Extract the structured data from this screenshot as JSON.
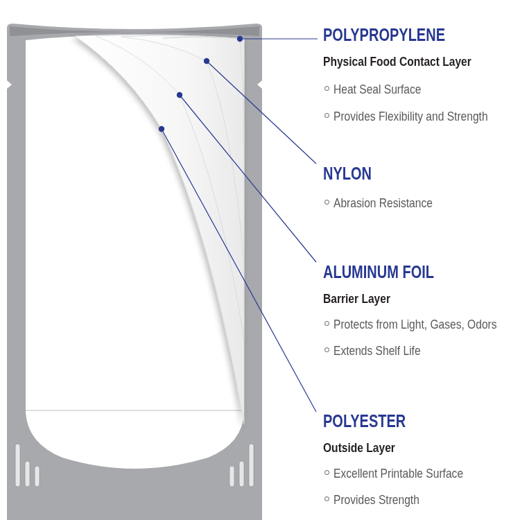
{
  "diagram": {
    "labels": [
      "POLYPROPYLENE",
      "Physical Food Contact Layer",
      "Heat Seal Surface",
      "Provides Flexibility and Strength",
      "NYLON",
      "Abrasion Resistance",
      "ALUMINUM FOIL",
      "Barrier Layer",
      "Protects from Light, Gases, Odors",
      "Extends Shelf Life",
      "POLYESTER",
      "Outside Layer",
      "Excellent Printable Surface",
      "Provides Strength"
    ]
  }
}
